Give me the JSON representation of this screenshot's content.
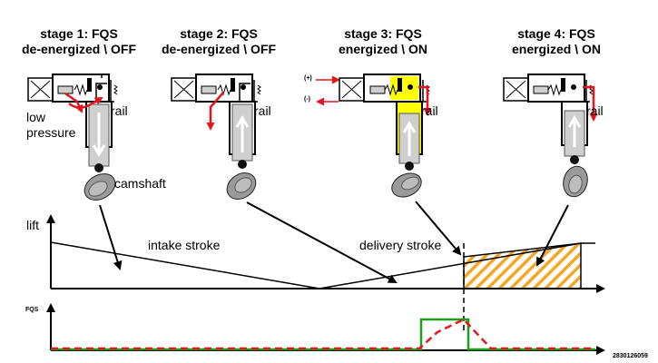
{
  "stages": [
    {
      "title_line1": "stage 1: FQS",
      "title_line2": "de-energized \\ OFF"
    },
    {
      "title_line1": "stage 2: FQS",
      "title_line2": "de-energized \\ OFF"
    },
    {
      "title_line1": "stage 3: FQS",
      "title_line2": "energized \\ ON"
    },
    {
      "title_line1": "stage 4: FQS",
      "title_line2": "energized \\ ON"
    }
  ],
  "labels": {
    "low": "low",
    "pressure": "pressure",
    "rail": "rail",
    "camshaft": "camshaft",
    "plus": "(+)",
    "minus": "(-)",
    "lift": "lift",
    "intake_stroke": "intake stroke",
    "delivery_stroke": "delivery stroke",
    "fqs": "FQS",
    "figure_id": "2830126059"
  },
  "colors": {
    "fuel_arrow": "#e8141b",
    "energized_fill": "#ffff00",
    "hatch": "#f5a623",
    "fqs_signal": "#1e9e1e",
    "fqs_current": "#e8141b"
  }
}
